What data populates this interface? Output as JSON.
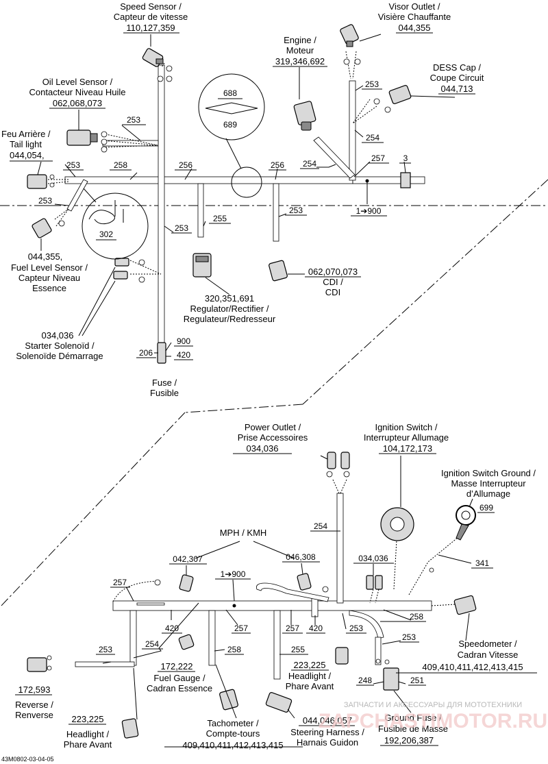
{
  "upper": {
    "speed_sensor": {
      "line1": "Speed Sensor /",
      "line2": "Capteur de vitesse",
      "code": "110,127,359"
    },
    "visor_outlet": {
      "line1": "Visor Outlet /",
      "line2": "Visière Chauffante",
      "code": "044,355"
    },
    "engine": {
      "line1": "Engine /",
      "line2": "Moteur",
      "code": "319,346,692"
    },
    "oil_level": {
      "line1": "Oil Level Sensor /",
      "line2": "Contacteur Niveau Huile",
      "code": "062,068,073"
    },
    "dess_cap": {
      "line1": "DESS Cap /",
      "line2": "Coupe Circuit",
      "code": "044,713"
    },
    "tail_light": {
      "line1": "Feu Arrière /",
      "line2": "Tail light",
      "code": "044,054,"
    },
    "fuel_level": {
      "code": "044,355,",
      "line1": "Fuel Level Sensor /",
      "line2": "Capteur Niveau",
      "line3": "Essence"
    },
    "regulator": {
      "code": "320,351,691",
      "line1": "Regulator/Rectifier /",
      "line2": "Regulateur/Redresseur"
    },
    "cdi": {
      "code": "062,070,073",
      "line1": "CDI /",
      "line2": "CDI"
    },
    "starter": {
      "code": "034,036",
      "line1": "Starter Solenoïd /",
      "line2": "Solenoïde Démarrage"
    },
    "fuse": {
      "line1": "Fuse /",
      "line2": "Fusible"
    },
    "detail_688": "688",
    "detail_689": "689",
    "detail_302": "302",
    "wire_253": "253",
    "wire_258": "258",
    "wire_256": "256",
    "wire_254": "254",
    "wire_257": "257",
    "wire_255": "255",
    "num_3": "3",
    "to_900": "1➔900",
    "num_900": "900",
    "num_206": "206",
    "num_420": "420"
  },
  "lower": {
    "power_outlet": {
      "line1": "Power Outlet /",
      "line2": "Prise Accessoires",
      "code": "034,036"
    },
    "ignition_switch": {
      "line1": "Ignition Switch /",
      "line2": "Interrupteur Allumage",
      "code": "104,172,173"
    },
    "ignition_ground": {
      "line1": "Ignition Switch Ground /",
      "line2": "Masse Interrupteur",
      "line3": "d’Allumage",
      "code": "699"
    },
    "mph_kmh": "MPH / KMH",
    "code_042": "042,307",
    "code_046": "046,308",
    "code_034": "034,036",
    "num_341": "341",
    "num_257": "257",
    "to_900": "1➔900",
    "num_254": "254",
    "num_253": "253",
    "num_258": "258",
    "num_255": "255",
    "num_420": "420",
    "num_248": "248",
    "num_251": "251",
    "reverse": {
      "code": "172,593",
      "line1": "Reverse /",
      "line2": "Renverse"
    },
    "fuel_gauge": {
      "code": "172,222",
      "line1": "Fuel Gauge /",
      "line2": "Cadran Essence"
    },
    "headlight_mid": {
      "code": "223,225",
      "line1": "Headlight /",
      "line2": "Phare Avant"
    },
    "headlight_left": {
      "code": "223,225",
      "line1": "Headlight /",
      "line2": "Phare Avant"
    },
    "speedometer": {
      "line1": "Speedometer /",
      "line2": "Cadran Vitesse",
      "code": "409,410,411,412,413,415"
    },
    "tachometer": {
      "line1": "Tachometer /",
      "line2": "Compte-tours",
      "code": "409,410,411,412,413,415"
    },
    "steering": {
      "code": "044,046,057",
      "line1": "Steering Harness /",
      "line2": "Harnais Guidon"
    },
    "ground_fuse": {
      "line1": "Ground Fuse /",
      "line2": "Fusible de Masse",
      "code": "192,206,387"
    }
  },
  "footer": {
    "figure_id": "43M0802-03-04-05",
    "watermark_text": "ЗАПЧАСТИ И АКСЕССУАРЫ ДЛЯ МОТОТЕХНИКИ",
    "watermark_site": "ZAPCHASTIMOTOR.RU"
  }
}
